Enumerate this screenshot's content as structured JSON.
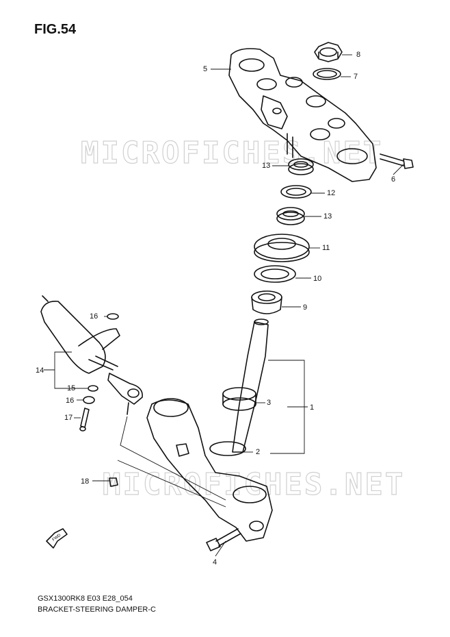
{
  "figure_title": "FIG.54",
  "model_code": "GSX1300RK8 E03 E28_054",
  "assembly_name": "BRACKET-STEERING DAMPER-C",
  "watermark": "MICROFICHES.NET",
  "fwd_label": "FWD",
  "callouts": [
    "1",
    "2",
    "3",
    "4",
    "5",
    "6",
    "7",
    "8",
    "9",
    "10",
    "11",
    "12",
    "13",
    "13",
    "14",
    "15",
    "16",
    "16",
    "17",
    "18"
  ]
}
